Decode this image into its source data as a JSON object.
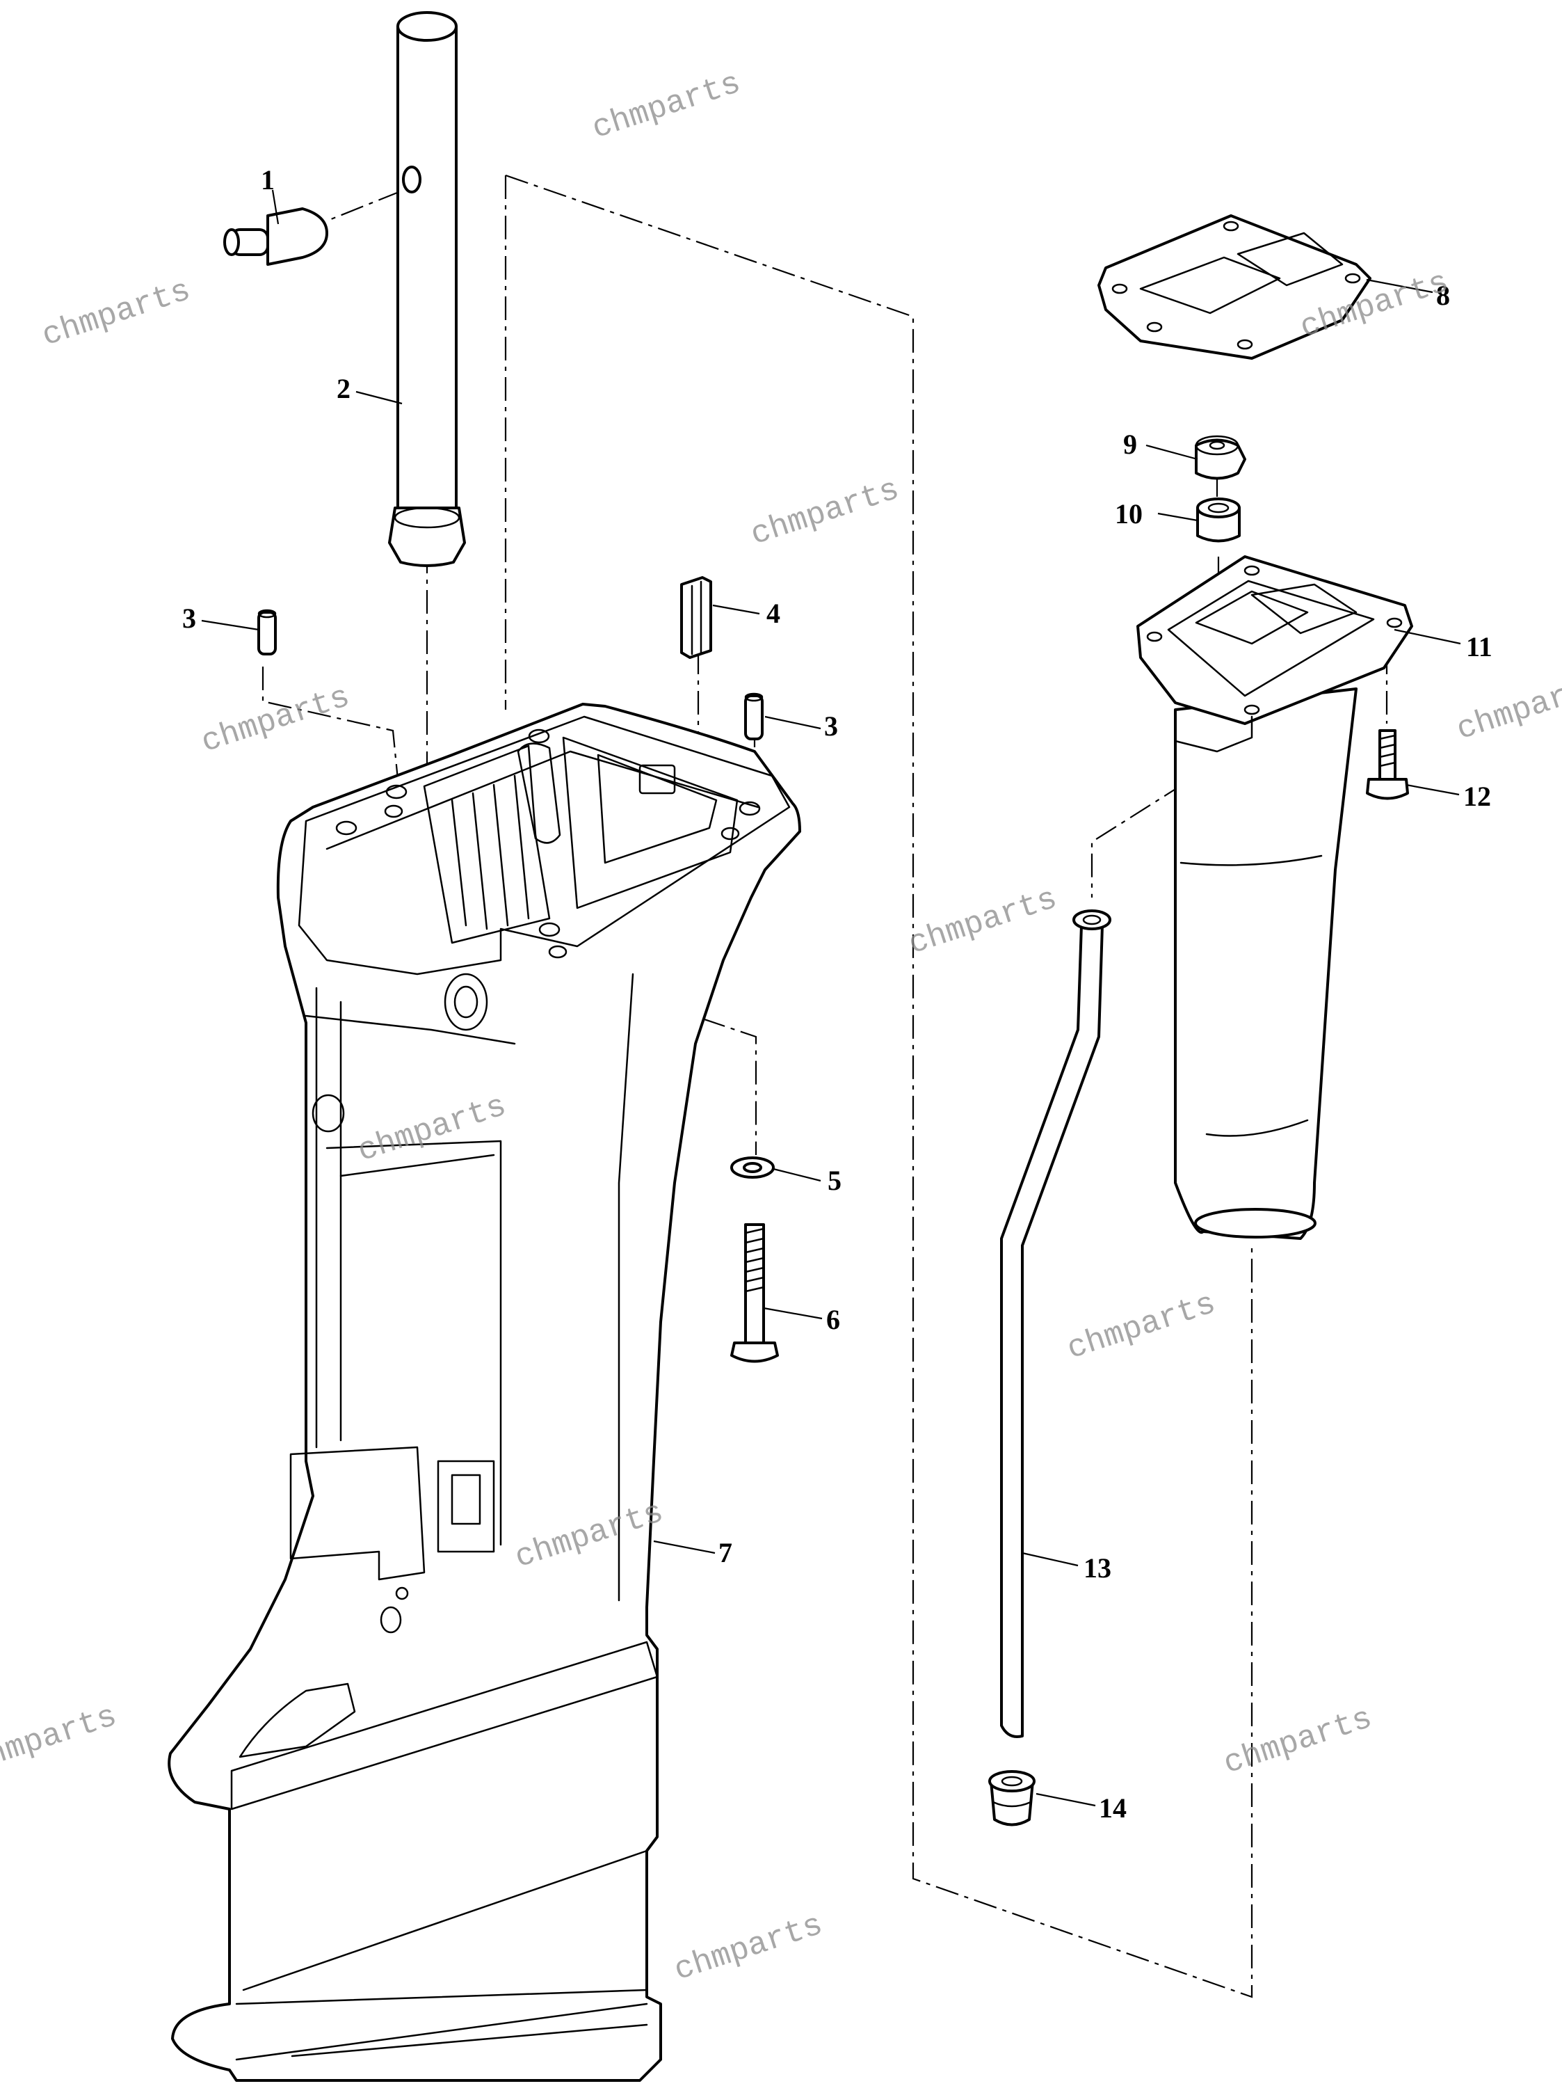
{
  "watermark": "chmparts",
  "callouts": [
    "1",
    "2",
    "3",
    "4",
    "3",
    "5",
    "6",
    "7",
    "8",
    "9",
    "10",
    "11",
    "12",
    "13",
    "14"
  ]
}
